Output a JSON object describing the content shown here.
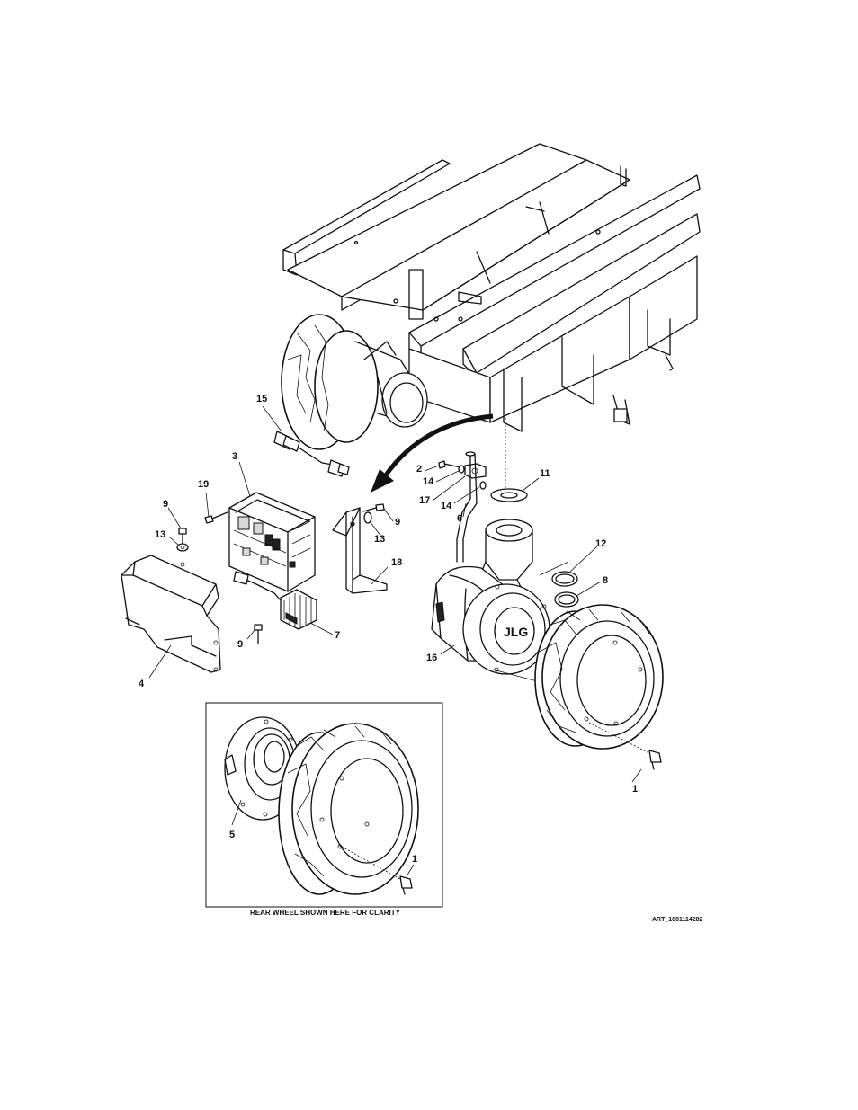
{
  "callouts": {
    "c1a": "1",
    "c1b": "1",
    "c2": "2",
    "c3": "3",
    "c4": "4",
    "c5": "5",
    "c6": "6",
    "c7": "7",
    "c8": "8",
    "c9a": "9",
    "c9b": "9",
    "c9c": "9",
    "c11": "11",
    "c12": "12",
    "c13a": "13",
    "c13b": "13",
    "c14a": "14",
    "c14b": "14",
    "c15": "15",
    "c16": "16",
    "c17": "17",
    "c18": "18",
    "c19": "19"
  },
  "inset_caption": "REAR WHEEL SHOWN HERE FOR CLARITY",
  "art_id": "ART_1001114282"
}
